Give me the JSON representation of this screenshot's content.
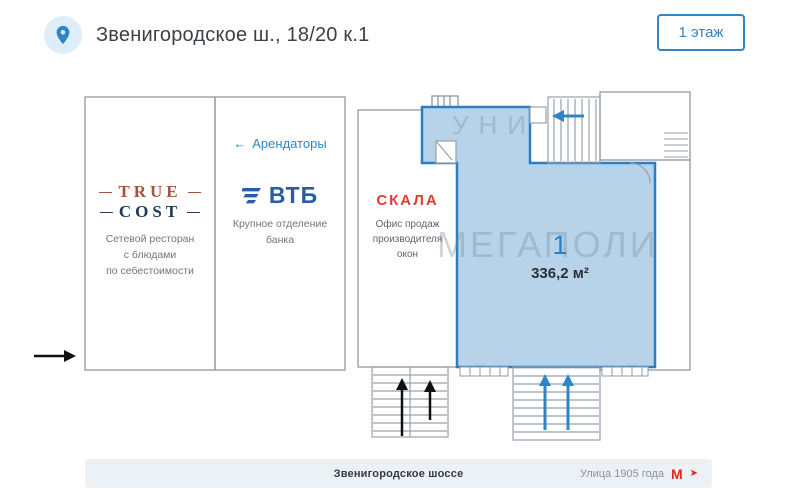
{
  "header": {
    "title": "Звенигородское ш., 18/20 к.1",
    "floor_button": "1 этаж"
  },
  "plan": {
    "tenants_arrow": "←",
    "tenants_label": "Арендаторы",
    "true_cost": {
      "word1": "TRUE",
      "word2": "COST",
      "subtitle": "Сетевой ресторан\nс блюдами\nпо себестоимости"
    },
    "vtb": {
      "name": "ВТБ",
      "subtitle": "Крупное отделение\nбанка"
    },
    "skala": {
      "name": "СКАЛА",
      "subtitle": "Офис продаж\nпроизводителя\nокон"
    },
    "unit": {
      "number": "1",
      "area": "336,2 м²"
    },
    "watermark_top": "УНИ",
    "watermark_main": "МЕГАПОЛИ"
  },
  "footer": {
    "street": "Звенигородское шоссе",
    "metro_station": "Улица 1905 года",
    "metro_letter": "М",
    "metro_arrow": "➤"
  },
  "colors": {
    "accent_blue": "#2f86c7",
    "unit_fill": "#b7d3e9",
    "unit_border": "#2b7ec0",
    "skala_red": "#e23d2e",
    "metro_red": "#e0281f",
    "wall_gray": "#97a1ab"
  }
}
